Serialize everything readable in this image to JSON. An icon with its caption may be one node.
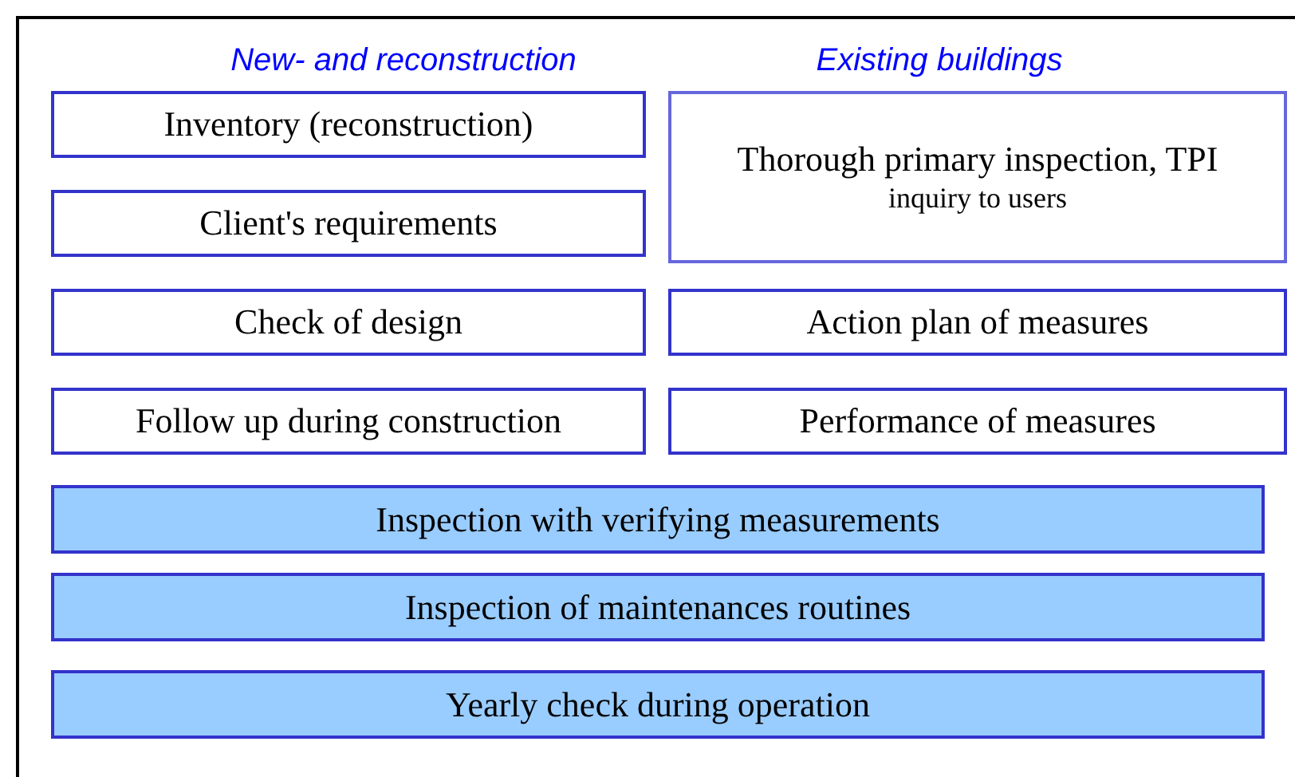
{
  "diagram": {
    "nodes": [
      {
        "text": [
          "Inventory (reconstruction)"
        ]
      },
      {
        "text": [
          "Thorough primary inspection, TPI",
          "inquiry to users"
        ]
      },
      {
        "text": [
          "Client's requirements"
        ]
      },
      {
        "text": [
          "Check of design"
        ]
      },
      {
        "text": [
          "Action plan of measures"
        ]
      },
      {
        "text": [
          "Follow up during construction"
        ]
      },
      {
        "text": [
          "Performance of measures"
        ]
      },
      {
        "text": [
          "Inspection with verifying measurements"
        ]
      },
      {
        "text": [
          "Inspection of maintenances routines"
        ]
      },
      {
        "text": [
          "Yearly check during operation"
        ]
      }
    ],
    "labels": [
      "New- and reconstruction",
      "Existing buildings"
    ]
  }
}
